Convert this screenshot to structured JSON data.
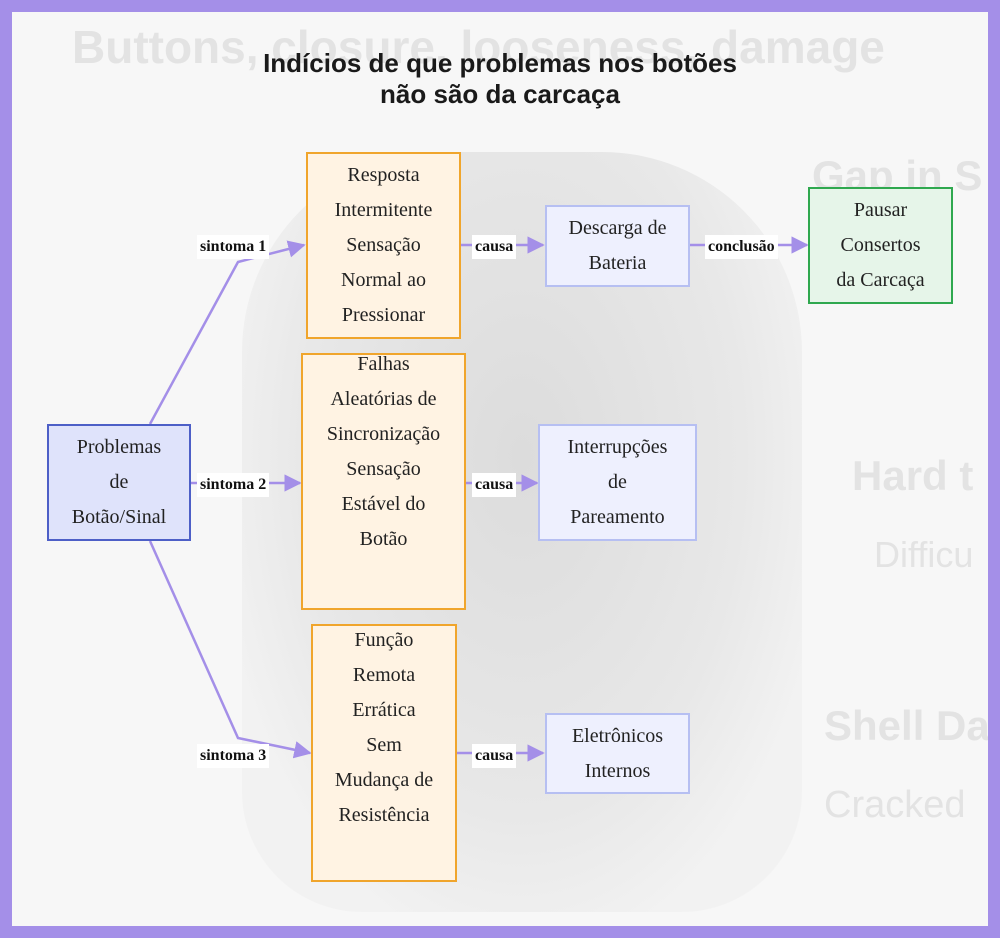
{
  "title": {
    "line1": "Indícios de que problemas nos botões",
    "line2": "não são da carcaça"
  },
  "nodes": {
    "root": "Problemas\nde\nBotão/Sinal",
    "symptom1": "Resposta\nIntermitente\nSensação\nNormal ao\nPressionar",
    "symptom2": "Falhas\nAleatórias de\nSincronização\nSensação\nEstável do\nBotão",
    "symptom3": "Função\nRemota\nErrática\nSem\nMudança de\nResistência",
    "cause1": "Descarga de\nBateria",
    "cause2": "Interrupções\nde\nPareamento",
    "cause3": "Eletrônicos\nInternos",
    "conclusion": "Pausar\nConsertos\nda Carcaça"
  },
  "edge_labels": {
    "sintoma1": "sintoma 1",
    "sintoma2": "sintoma 2",
    "sintoma3": "sintoma 3",
    "causa1": "causa",
    "causa2": "causa",
    "causa3": "causa",
    "conclusao": "conclusão"
  },
  "background_text": {
    "top": "Buttons, closure, looseness, damage",
    "gap": "Gap in S",
    "hard": "Hard t",
    "difficu": "Difficu",
    "shell": "Shell Da",
    "cracked": "Cracked"
  },
  "colors": {
    "edge": "#a48fe8",
    "root_border": "#4d5fc7",
    "symptom_border": "#f0a52c",
    "cause_border": "#b6bff2",
    "conclusion_border": "#2fa84f"
  }
}
